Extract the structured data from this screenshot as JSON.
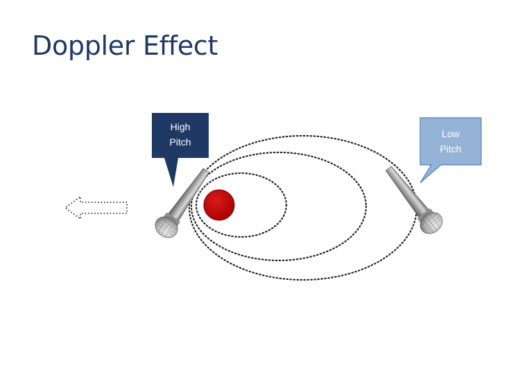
{
  "title": "Doppler Effect",
  "callouts": {
    "high": {
      "line1": "High",
      "line2": "Pitch",
      "color": "#1f3864"
    },
    "low": {
      "line1": "Low",
      "line2": "Pitch",
      "color": "#95b3d7"
    }
  },
  "source_color": "#c00000",
  "motion_direction": "left"
}
